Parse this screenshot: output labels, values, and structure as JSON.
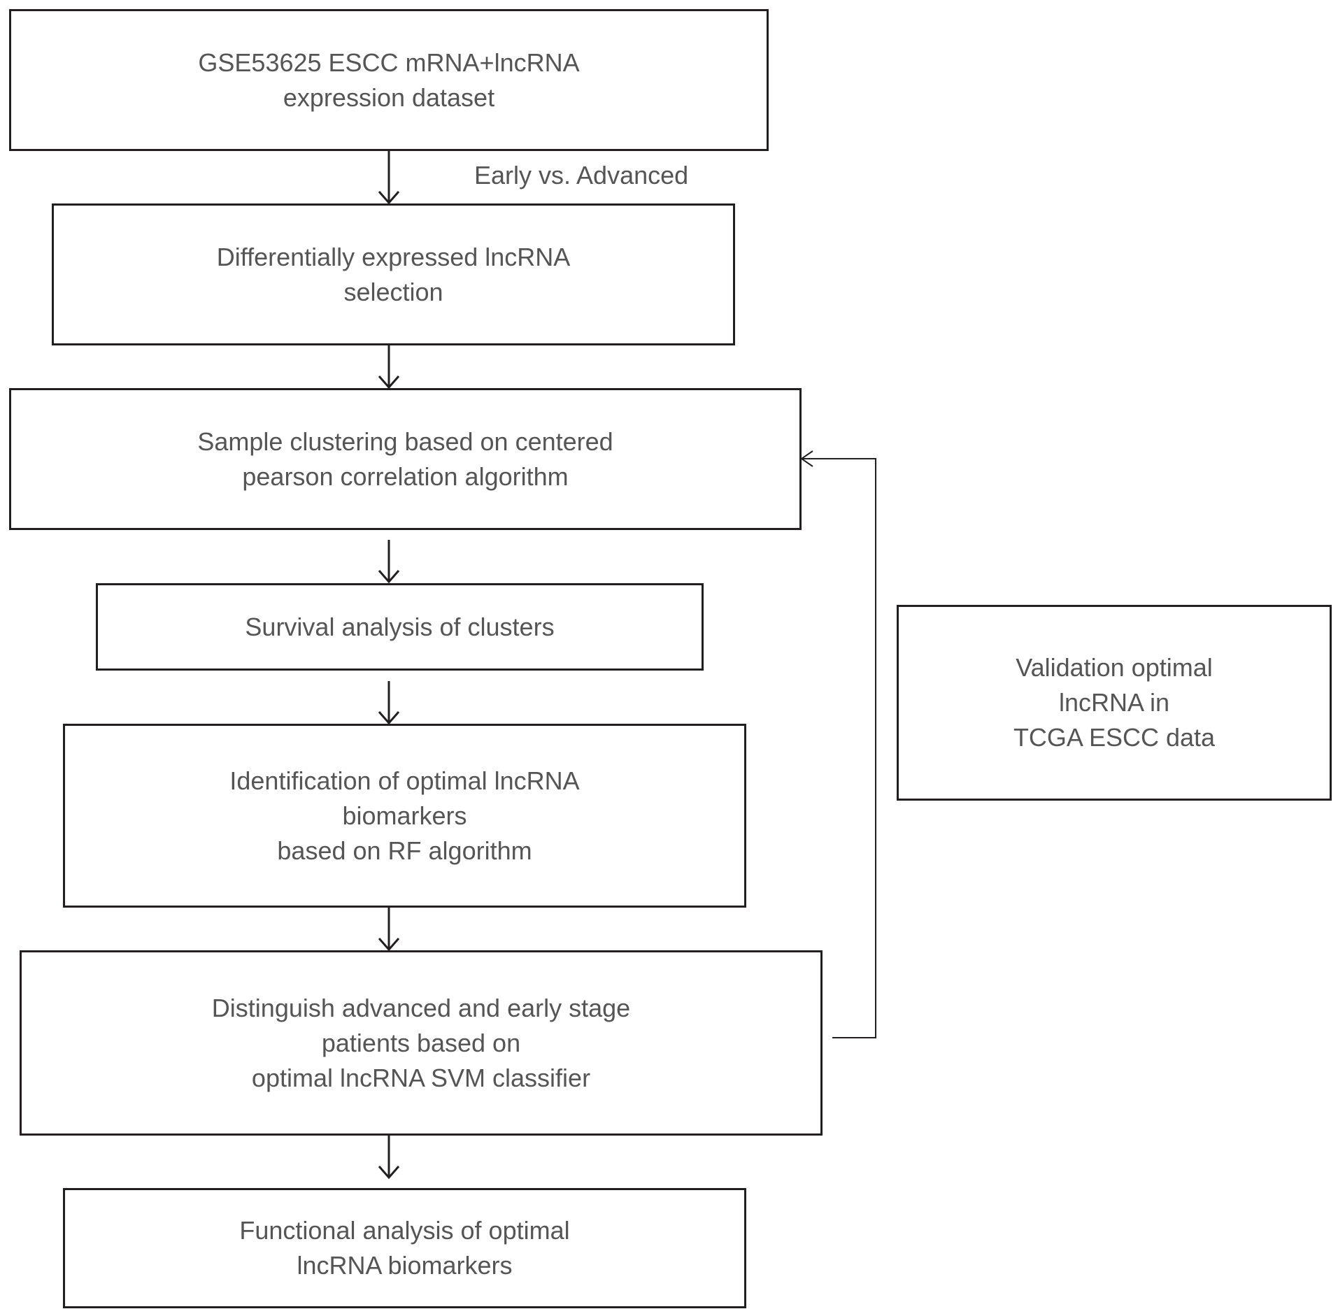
{
  "nodes": {
    "dataset": "GSE53625 ESCC mRNA+lncRNA\nexpression dataset",
    "de_selection": "Differentially expressed lncRNA\nselection",
    "clustering": "Sample clustering based on centered\npearson correlation algorithm",
    "survival": "Survival analysis of clusters",
    "identification": "Identification of optimal lncRNA\nbiomarkers\nbased on RF algorithm",
    "distinguish": "Distinguish advanced and early stage\npatients based on\noptimal lncRNA SVM classifier",
    "functional": "Functional analysis of optimal\nlncRNA biomarkers",
    "validation": "Validation optimal\nlncRNA in\nTCGA ESCC data"
  },
  "edge_labels": {
    "early_vs_advanced": "Early vs. Advanced"
  }
}
